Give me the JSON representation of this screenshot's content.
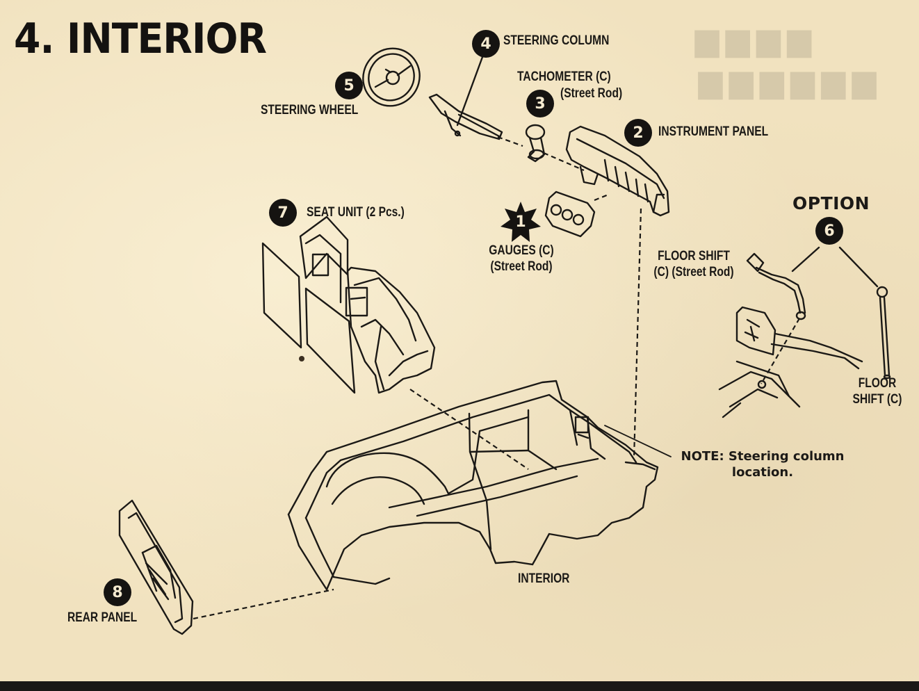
{
  "title": "4. INTERIOR",
  "parts": {
    "p1": {
      "number": "1",
      "label_line1": "GAUGES (C)",
      "label_line2": "(Street Rod)"
    },
    "p2": {
      "number": "2",
      "label": "INSTRUMENT PANEL"
    },
    "p3": {
      "number": "3",
      "label_line1": "TACHOMETER (C)",
      "label_line2": "(Street Rod)"
    },
    "p4": {
      "number": "4",
      "label": "STEERING COLUMN"
    },
    "p5": {
      "number": "5",
      "label": "STEERING WHEEL"
    },
    "p6": {
      "number": "6",
      "option_label": "OPTION"
    },
    "p7": {
      "number": "7",
      "label": "SEAT UNIT (2 Pcs.)"
    },
    "p8": {
      "number": "8",
      "label": "REAR PANEL"
    }
  },
  "floor_shift_street_rod": {
    "line1": "FLOOR SHIFT",
    "line2": "(C) (Street Rod)"
  },
  "floor_shift": {
    "line1": "FLOOR",
    "line2": "SHIFT (C)"
  },
  "interior_label": "INTERIOR",
  "note": {
    "line1": "NOTE: Steering column",
    "line2": "location."
  },
  "colors": {
    "paper": "#f1e2bf",
    "ink": "#1b1916"
  }
}
